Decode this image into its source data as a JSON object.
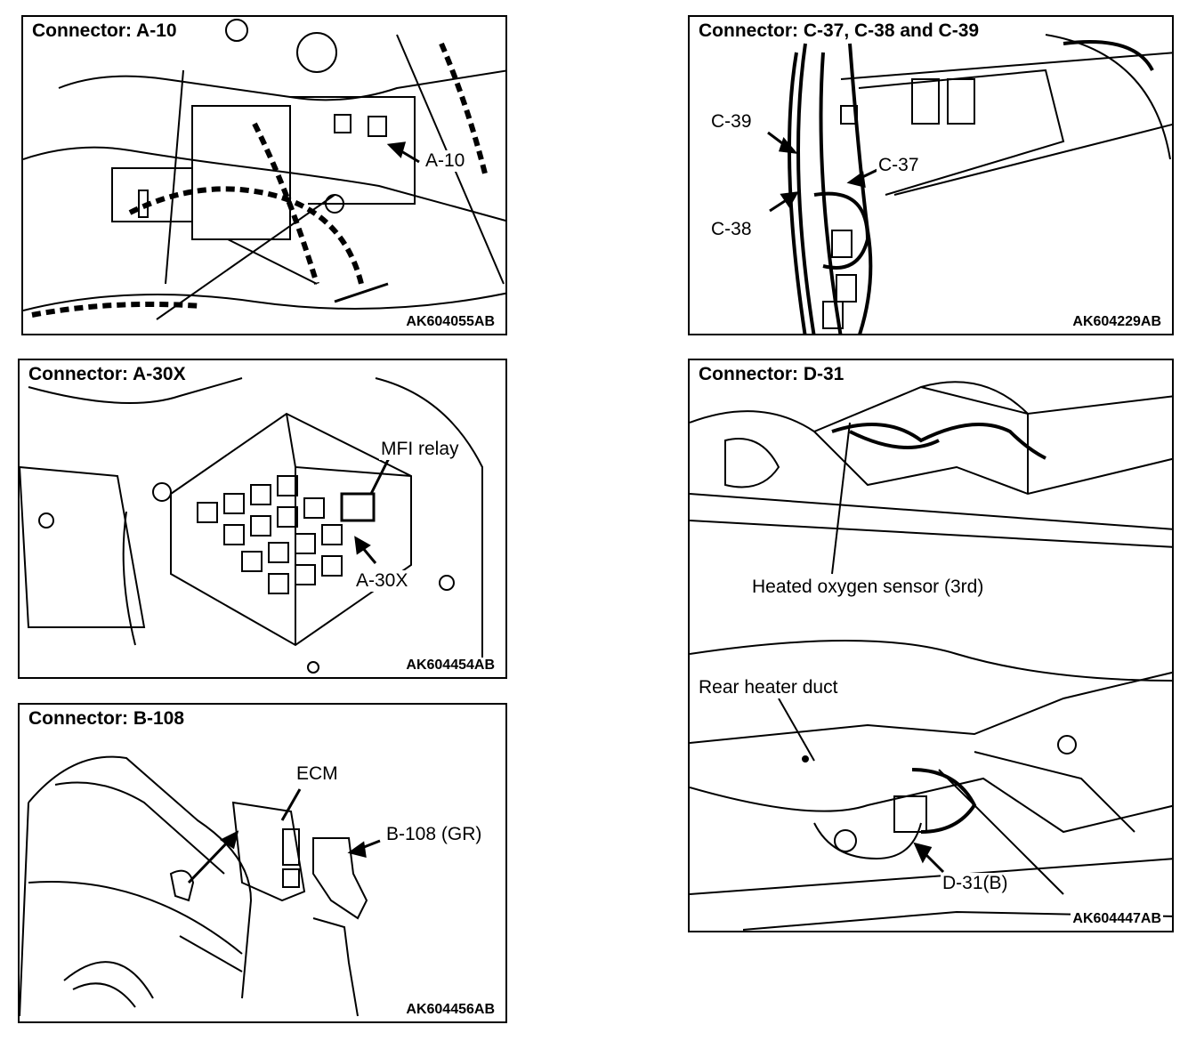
{
  "panels": {
    "a10": {
      "title": "Connector: A-10",
      "code": "AK604055AB",
      "labels": {
        "connector": "A-10"
      }
    },
    "c37": {
      "title": "Connector: C-37, C-38 and C-39",
      "code": "AK604229AB",
      "labels": {
        "c39": "C-39",
        "c37": "C-37",
        "c38": "C-38"
      }
    },
    "a30x": {
      "title": "Connector: A-30X",
      "code": "AK604454AB",
      "labels": {
        "relay": "MFI relay",
        "connector": "A-30X"
      }
    },
    "d31": {
      "title": "Connector: D-31",
      "code": "AK604447AB",
      "labels": {
        "sensor": "Heated oxygen sensor (3rd)",
        "duct": "Rear heater duct",
        "connector": "D-31(B)"
      }
    },
    "b108": {
      "title": "Connector: B-108",
      "code": "AK604456AB",
      "labels": {
        "ecm": "ECM",
        "connector": "B-108 (GR)"
      }
    }
  }
}
